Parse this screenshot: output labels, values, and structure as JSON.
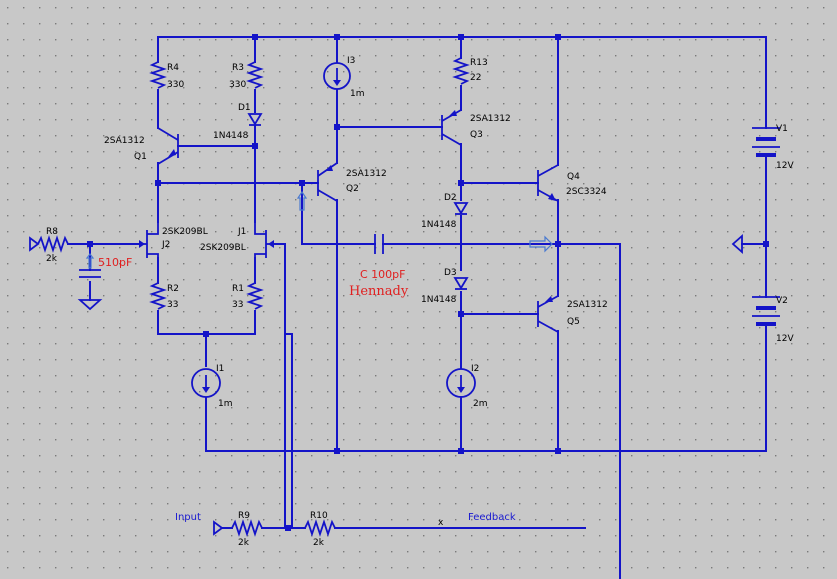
{
  "schematic": {
    "colors": {
      "background": "#c8c8c8",
      "grid": "#7a7a7a",
      "wire": "#1414c8",
      "text": "#000000",
      "annotation": "#e02020"
    },
    "components": {
      "r4": {
        "ref": "R4",
        "value": "330"
      },
      "r3": {
        "ref": "R3",
        "value": "330"
      },
      "d1": {
        "ref": "D1",
        "part": "1N4148"
      },
      "i3": {
        "ref": "I3",
        "value": "1m"
      },
      "r13": {
        "ref": "R13",
        "value": "22"
      },
      "q3": {
        "ref": "Q3",
        "part": "2SA1312"
      },
      "q1": {
        "ref": "Q1",
        "part": "2SA1312"
      },
      "q2": {
        "ref": "Q2",
        "part": "2SA1312"
      },
      "q4": {
        "ref": "Q4",
        "part": "2SC3324"
      },
      "q5": {
        "ref": "Q5",
        "part": "2SA1312"
      },
      "d2": {
        "ref": "D2",
        "part": "1N4148"
      },
      "d3": {
        "ref": "D3",
        "part": "1N4148"
      },
      "j2": {
        "ref": "J2",
        "part": "2SK209BL"
      },
      "j1": {
        "ref": "J1",
        "part": "2SK209BL"
      },
      "r8": {
        "ref": "R8",
        "value": "2k"
      },
      "r2": {
        "ref": "R2",
        "value": "33"
      },
      "r1": {
        "ref": "R1",
        "value": "33"
      },
      "i1": {
        "ref": "I1",
        "value": "1m"
      },
      "i2": {
        "ref": "I2",
        "value": "2m"
      },
      "v1": {
        "ref": "V1",
        "value": "12V"
      },
      "v2": {
        "ref": "V2",
        "value": "12V"
      },
      "r9": {
        "ref": "R9",
        "value": "2k"
      },
      "r10": {
        "ref": "R10",
        "value": "2k"
      }
    },
    "annotations": {
      "cap_510": "510pF",
      "cap_100": "C 100pF",
      "author": "Hennady"
    },
    "net_labels": {
      "input": "Input",
      "feedback": "Feedback",
      "x_mark": "x"
    }
  }
}
